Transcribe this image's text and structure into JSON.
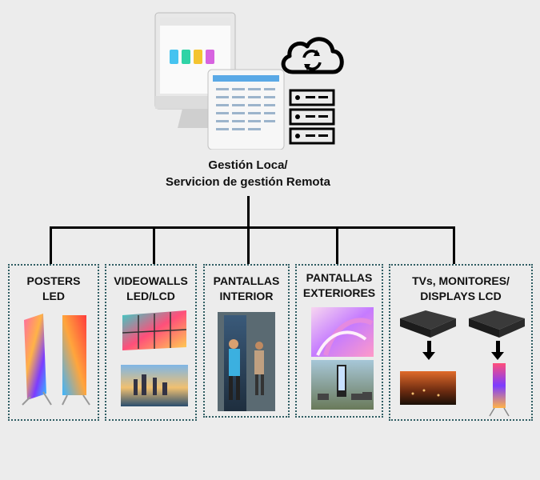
{
  "header": {
    "line1": "Gestión Loca/",
    "line2": "Servicion de gestión Remota"
  },
  "icons": {
    "computer": "imac-dashboard-icon",
    "cloud": "cloud-sync-icon",
    "server": "server-rack-icon"
  },
  "categories": [
    {
      "id": "posters",
      "line1": "POSTERS",
      "line2": "LED"
    },
    {
      "id": "videowalls",
      "line1": "VIDEOWALLS",
      "line2": "LED/LCD"
    },
    {
      "id": "interior",
      "line1": "PANTALLAS",
      "line2": "INTERIOR"
    },
    {
      "id": "exteriores",
      "line1": "PANTALLAS",
      "line2": "EXTERIORES"
    },
    {
      "id": "tvs",
      "line1": "TVs, MONITORES/",
      "line2": "DISPLAYS LCD"
    }
  ]
}
